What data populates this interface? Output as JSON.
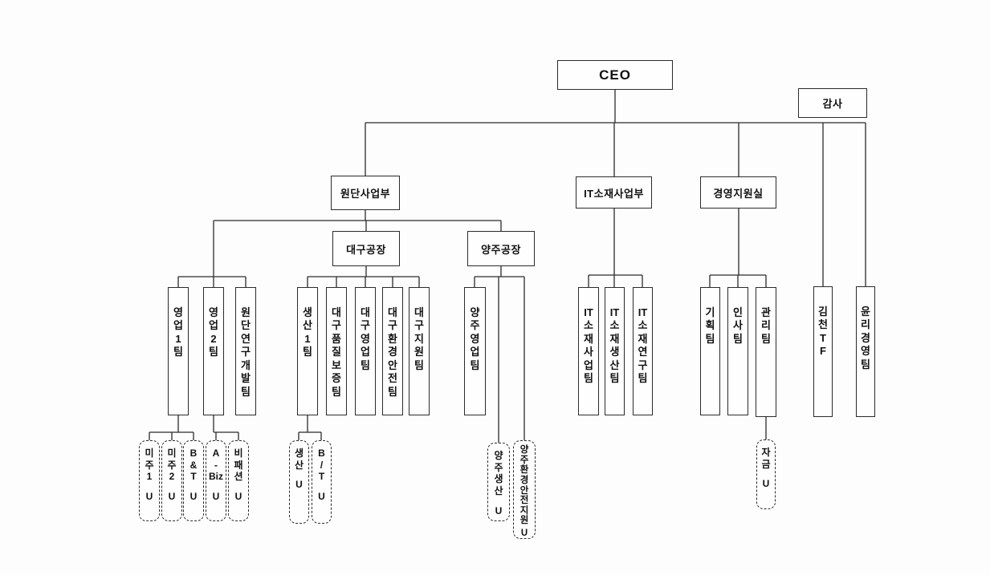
{
  "diagram_type": "org-chart",
  "colors": {
    "ink": "#2b2b2b",
    "background": "#fdfdfd",
    "text": "#111111"
  },
  "nodes": {
    "ceo": {
      "label": "CEO"
    },
    "audit": {
      "label": "감사"
    },
    "divisions": {
      "fabric": {
        "label": "원단사업부"
      },
      "it": {
        "label": "IT소재사업부"
      },
      "mgmt": {
        "label": "경영지원실"
      }
    },
    "plants": {
      "daegu": {
        "label": "대구공장"
      },
      "yangju": {
        "label": "양주공장"
      }
    },
    "teams": {
      "sales1": {
        "label": "영\n업\n1\n팀"
      },
      "sales2": {
        "label": "영\n업\n2\n팀"
      },
      "fabric_rnd": {
        "label": "원\n단\n연\n구\n개\n발\n팀"
      },
      "prod1": {
        "label": "생\n산\n1\n팀"
      },
      "daegu_qa": {
        "label": "대\n구\n품\n질\n보\n증\n팀"
      },
      "daegu_sales": {
        "label": "대\n구\n영\n업\n팀"
      },
      "daegu_env": {
        "label": "대\n구\n환\n경\n안\n전\n팀"
      },
      "daegu_support": {
        "label": "대\n구\n지\n원\n팀"
      },
      "yangju_sales": {
        "label": "양\n주\n영\n업\n팀"
      },
      "it_biz": {
        "label": "IT\n소\n재\n사\n업\n팀"
      },
      "it_prod": {
        "label": "IT\n소\n재\n생\n산\n팀"
      },
      "it_rnd": {
        "label": "IT\n소\n재\n연\n구\n팀"
      },
      "planning": {
        "label": "기\n획\n팀"
      },
      "hr": {
        "label": "인\n사\n팀"
      },
      "admin": {
        "label": "관\n리\n팀"
      },
      "gimcheon_tf": {
        "label": "김\n천\nT\nF"
      },
      "ethics": {
        "label": "윤\n리\n경\n영\n팀"
      }
    },
    "units": {
      "americas1": {
        "label": "미\n주\n1",
        "suffix": "U"
      },
      "americas2": {
        "label": "미\n주\n2",
        "suffix": "U"
      },
      "bnt": {
        "label": "B\n&\nT",
        "suffix": "U"
      },
      "abiz": {
        "label": "A\n-\nBiz",
        "suffix": "U"
      },
      "nonfashion": {
        "label": "비\n패\n션",
        "suffix": "U"
      },
      "prod": {
        "label": "생\n산",
        "suffix": "U"
      },
      "bt": {
        "label": "B\n/\nT",
        "suffix": "U"
      },
      "yangju_prod": {
        "label": "양\n주\n생\n산",
        "suffix": "U"
      },
      "yangju_env": {
        "label": "양\n주\n환\n경\n안\n전\n지\n원",
        "suffix": "U"
      },
      "fund": {
        "label": "자\n금",
        "suffix": "U"
      }
    }
  },
  "hierarchy": {
    "CEO": [
      "원단사업부",
      "IT소재사업부",
      "경영지원실",
      "김천TF",
      "윤리경영팀"
    ],
    "감사": [],
    "원단사업부": [
      "영업1팀",
      "영업2팀",
      "원단연구개발팀",
      "대구공장",
      "양주공장"
    ],
    "대구공장": [
      "생산1팀",
      "대구품질보증팀",
      "대구영업팀",
      "대구환경안전팀",
      "대구지원팀"
    ],
    "양주공장": [
      "양주영업팀",
      "양주생산 U",
      "양주환경안전지원 U"
    ],
    "IT소재사업부": [
      "IT소재사업팀",
      "IT소재생산팀",
      "IT소재연구팀"
    ],
    "경영지원실": [
      "기획팀",
      "인사팀",
      "관리팀"
    ],
    "영업1팀": [
      "미주1 U",
      "미주2 U",
      "B&T U"
    ],
    "영업2팀": [
      "A-Biz U",
      "비패션 U"
    ],
    "생산1팀": [
      "생산 U",
      "B/T U"
    ],
    "관리팀": [
      "자금 U"
    ]
  }
}
